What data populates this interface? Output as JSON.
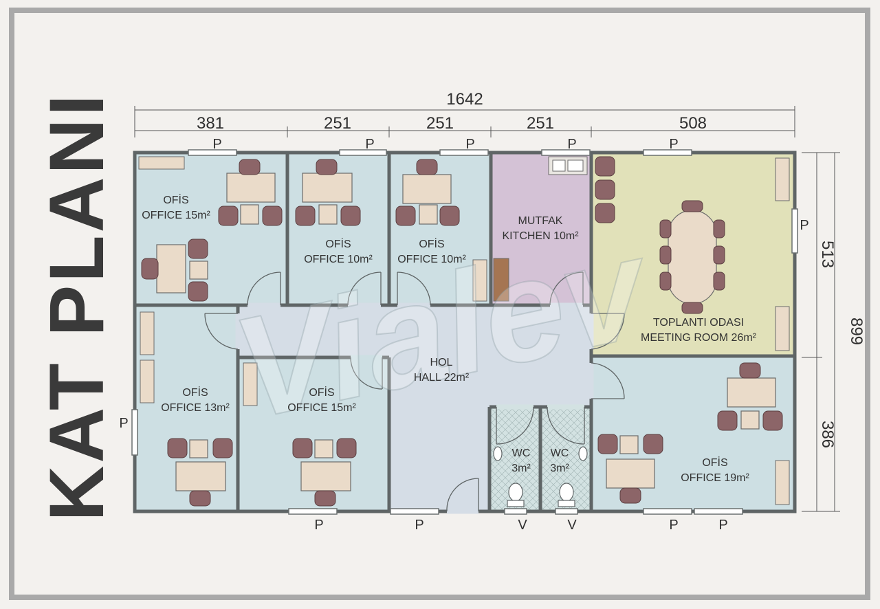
{
  "title": "KAT PLANI",
  "dimensions": {
    "total_width": "1642",
    "segments": [
      "381",
      "251",
      "251",
      "251",
      "508"
    ],
    "right_total": "899",
    "right_upper": "513",
    "right_lower": "386"
  },
  "rooms": {
    "office_tl": {
      "tr": "OFİS",
      "en": "OFFICE 15m²"
    },
    "office_2": {
      "tr": "OFİS",
      "en": "OFFICE 10m²"
    },
    "office_3": {
      "tr": "OFİS",
      "en": "OFFICE 10m²"
    },
    "kitchen": {
      "tr": "MUTFAK",
      "en": "KITCHEN 10m²"
    },
    "meeting": {
      "tr": "TOPLANTI ODASI",
      "en": "MEETING ROOM 26m²"
    },
    "office_bl": {
      "tr": "OFİS",
      "en": "OFFICE 13m²"
    },
    "office_bm": {
      "tr": "OFİS",
      "en": "OFFICE 15m²"
    },
    "hall": {
      "tr": "HOL",
      "en": "HALL 22m²"
    },
    "wc1": {
      "tr": "WC",
      "en": "3m²"
    },
    "wc2": {
      "tr": "WC",
      "en": "3m²"
    },
    "office_br": {
      "tr": "OFİS",
      "en": "OFFICE 19m²"
    }
  },
  "window_labels": {
    "p": "P",
    "v": "V"
  },
  "watermark": "Vialev",
  "colors": {
    "office": "#cddfe3",
    "hall": "#d5dde6",
    "kitchen": "#d4c2d6",
    "meeting": "#e1e1b9",
    "wc": "#d3e2e2",
    "wall": "#5f6566",
    "chair": "#8c6568",
    "table": "#eadbc9",
    "border": "#aaaaaa"
  }
}
